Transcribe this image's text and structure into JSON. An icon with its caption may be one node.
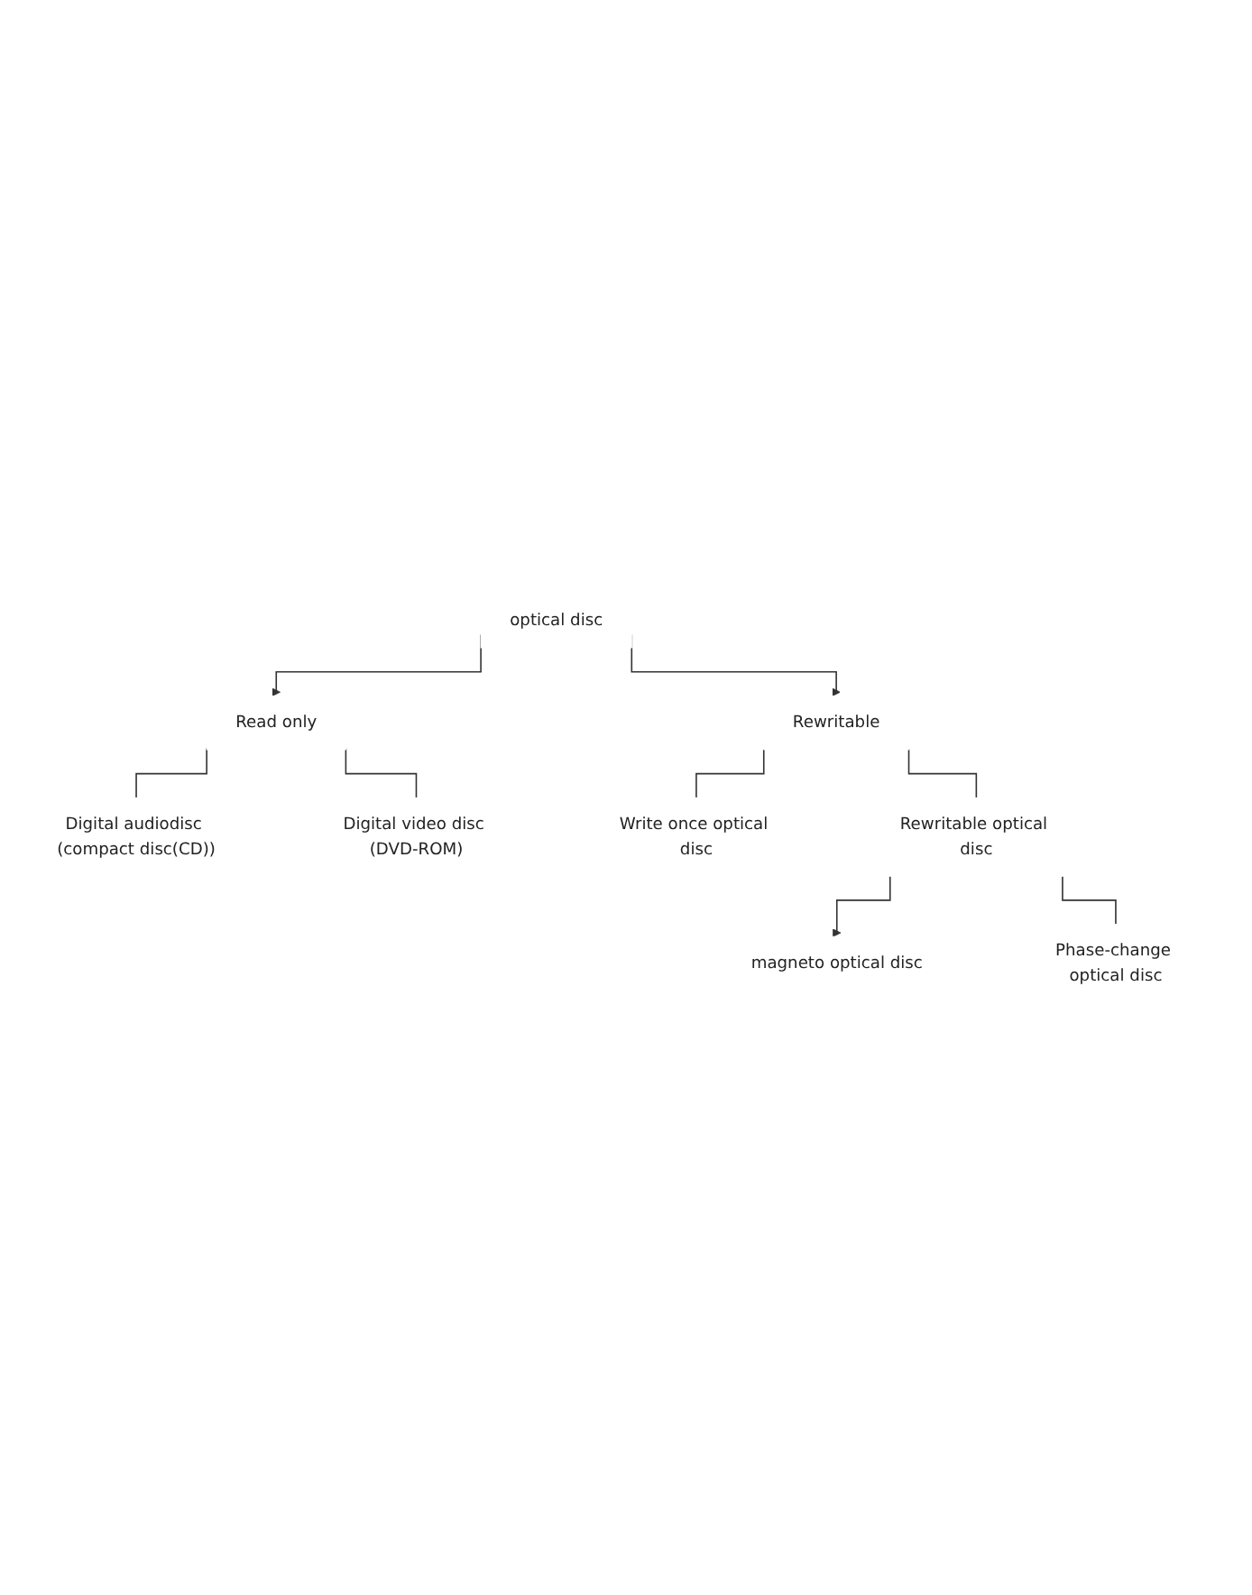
{
  "diagram": {
    "nodes": [
      {
        "text": [
          "optical disc"
        ]
      },
      {
        "text": [
          "Read only"
        ]
      },
      {
        "text": [
          "Rewritable"
        ]
      },
      {
        "text": [
          "Digital audiodisc (compact disc(CD))"
        ]
      },
      {
        "text": [
          "Digital video disc (DVD-ROM)"
        ]
      },
      {
        "text": [
          "Write once optical disc"
        ]
      },
      {
        "text": [
          "Rewritable optical disc"
        ]
      },
      {
        "text": [
          "magneto optical disc"
        ]
      },
      {
        "text": [
          "Phase-change optical disc"
        ]
      }
    ],
    "edges": [
      {
        "from": 0,
        "to": 1,
        "arrow": "to"
      },
      {
        "from": 0,
        "to": 2,
        "arrow": "to"
      },
      {
        "from": 1,
        "to": 3,
        "arrow": "none"
      },
      {
        "from": 1,
        "to": 4,
        "arrow": "none"
      },
      {
        "from": 2,
        "to": 5,
        "arrow": "none"
      },
      {
        "from": 2,
        "to": 6,
        "arrow": "none"
      },
      {
        "from": 6,
        "to": 7,
        "arrow": "to"
      },
      {
        "from": 6,
        "to": 8,
        "arrow": "none"
      }
    ]
  }
}
